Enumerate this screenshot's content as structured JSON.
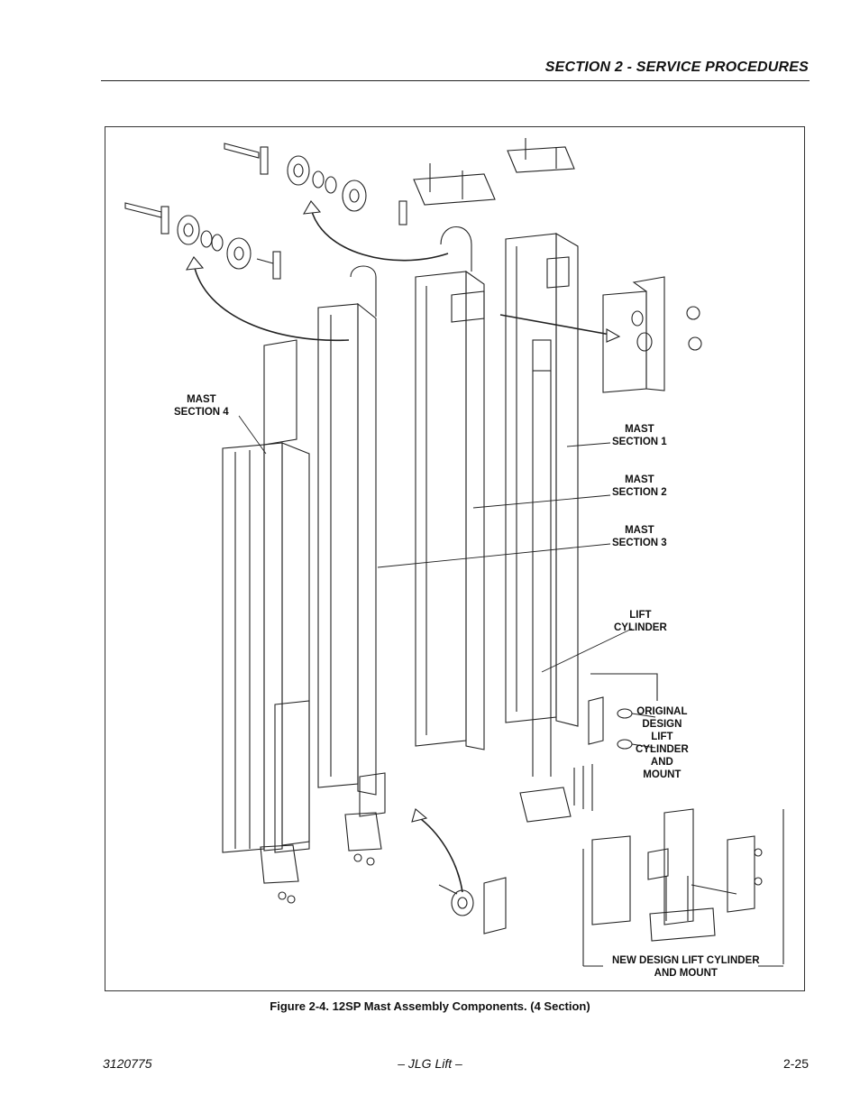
{
  "header": {
    "section_title": "SECTION 2 - SERVICE PROCEDURES"
  },
  "figure": {
    "labels": {
      "mast_section_4": "MAST\nSECTION 4",
      "mast_section_1": "MAST\nSECTION 1",
      "mast_section_2": "MAST\nSECTION 2",
      "mast_section_3": "MAST\nSECTION 3",
      "lift_cylinder": "LIFT\nCYLINDER",
      "original_design": "ORIGINAL\nDESIGN\nLIFT\nCYLINDER\nAND\nMOUNT",
      "new_design": "NEW DESIGN LIFT CYLINDER\nAND MOUNT"
    },
    "caption": "Figure 2-4.  12SP Mast Assembly Components. (4 Section)"
  },
  "footer": {
    "doc_number": "3120775",
    "brand": "– JLG Lift –",
    "page_number": "2-25"
  }
}
